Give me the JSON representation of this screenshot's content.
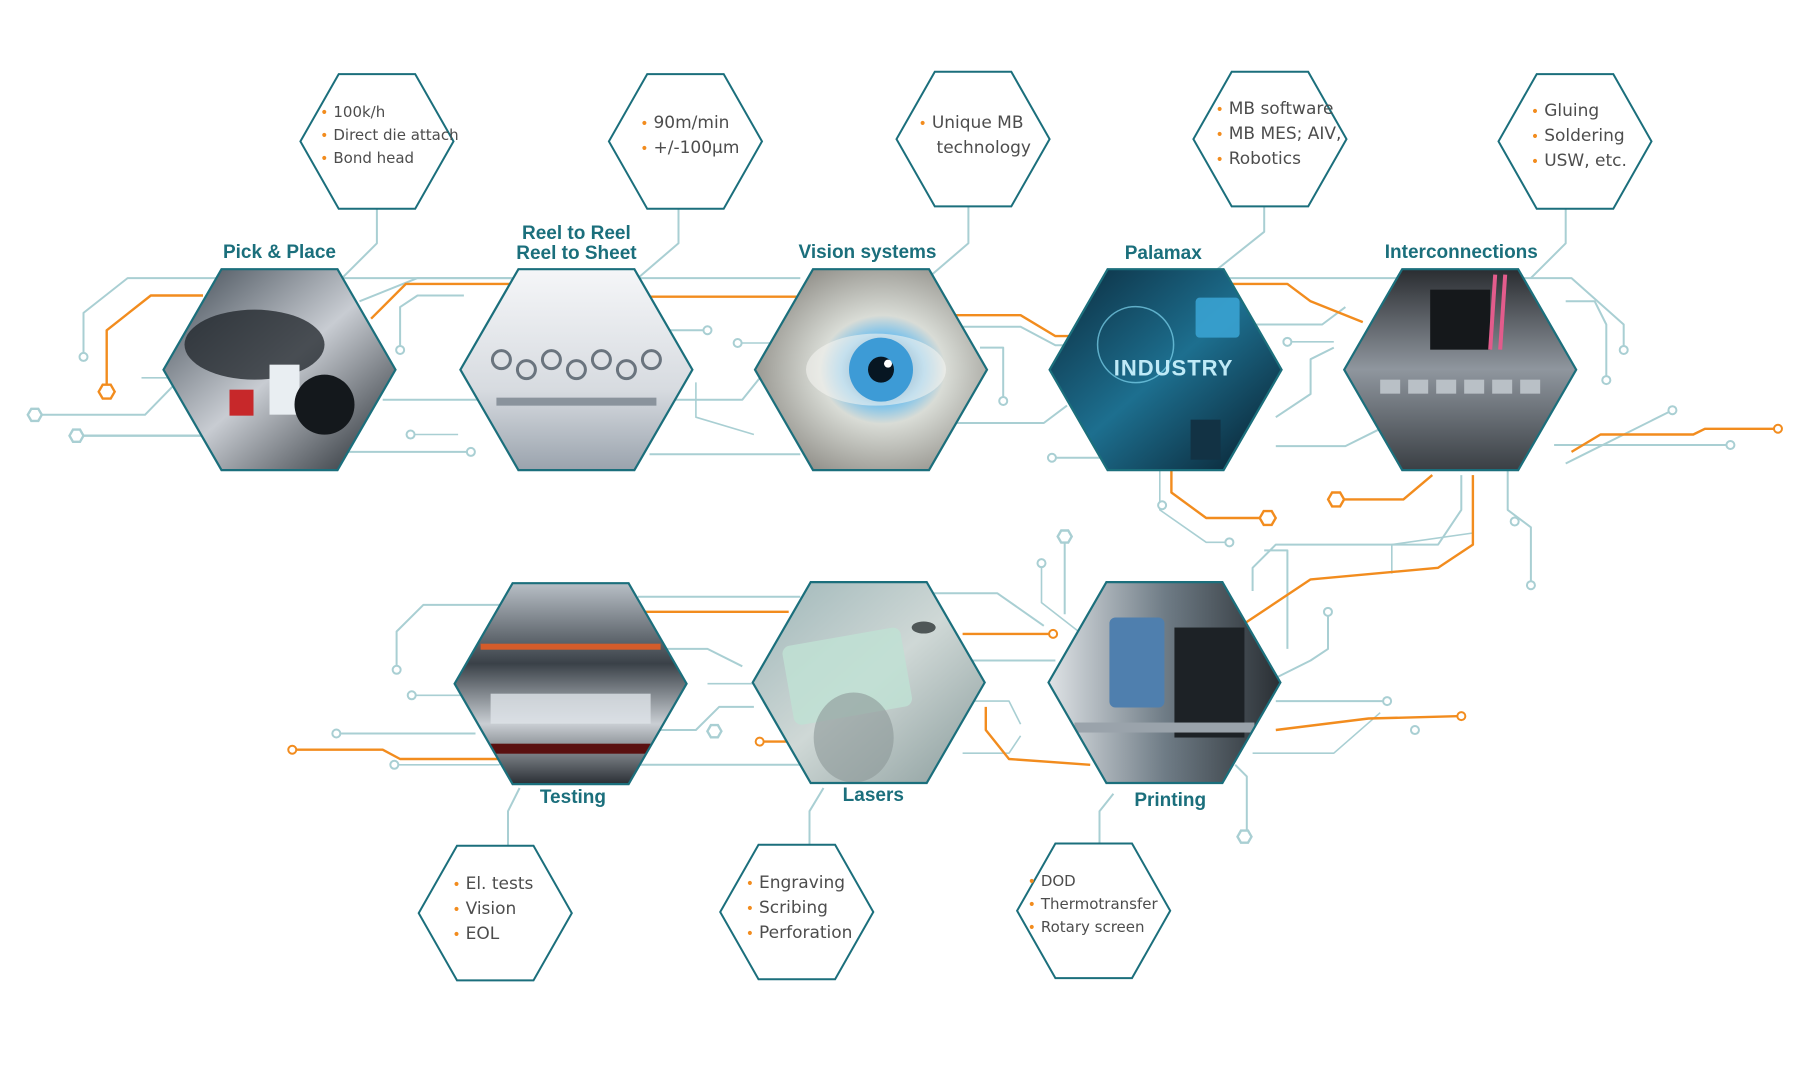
{
  "colors": {
    "teal": "#1b6f7c",
    "trace_light": "#a9cfd3",
    "trace_orange": "#f28c1e",
    "bullet": "#f28c1e",
    "hex_border": "#1b6f7c"
  },
  "stations": [
    {
      "id": "pick-place",
      "label": "Pick & Place",
      "image_icon": "robot-arm-photo",
      "details": [
        "100k/h",
        "Direct die attach",
        "Bond head"
      ]
    },
    {
      "id": "reel-to-reel",
      "label": "Reel to Reel",
      "label2": "Reel to Sheet",
      "image_icon": "reel-machine-photo",
      "details": [
        "90m/min",
        "+/-100µm"
      ]
    },
    {
      "id": "vision-systems",
      "label": "Vision systems",
      "image_icon": "eye-photo",
      "details": [
        "Unique MB",
        "technology"
      ]
    },
    {
      "id": "palamax",
      "label": "Palamax",
      "image_icon": "industry-photo",
      "image_text": "INDUSTRY",
      "details": [
        "MB software",
        "MB MES; AIV,",
        "Robotics"
      ]
    },
    {
      "id": "interconnections",
      "label": "Interconnections",
      "image_icon": "dispensing-machine-photo",
      "details": [
        "Gluing",
        "Soldering",
        "USW, etc."
      ]
    },
    {
      "id": "testing",
      "label": "Testing",
      "image_icon": "test-station-photo",
      "details": [
        "El. tests",
        "Vision",
        "EOL"
      ]
    },
    {
      "id": "lasers",
      "label": "Lasers",
      "image_icon": "laser-card-photo",
      "details": [
        "Engraving",
        "Scribing",
        "Perforation"
      ]
    },
    {
      "id": "printing",
      "label": "Printing",
      "image_icon": "printer-photo",
      "details": [
        "DOD",
        "Thermotransfer",
        "Rotary screen"
      ]
    }
  ]
}
